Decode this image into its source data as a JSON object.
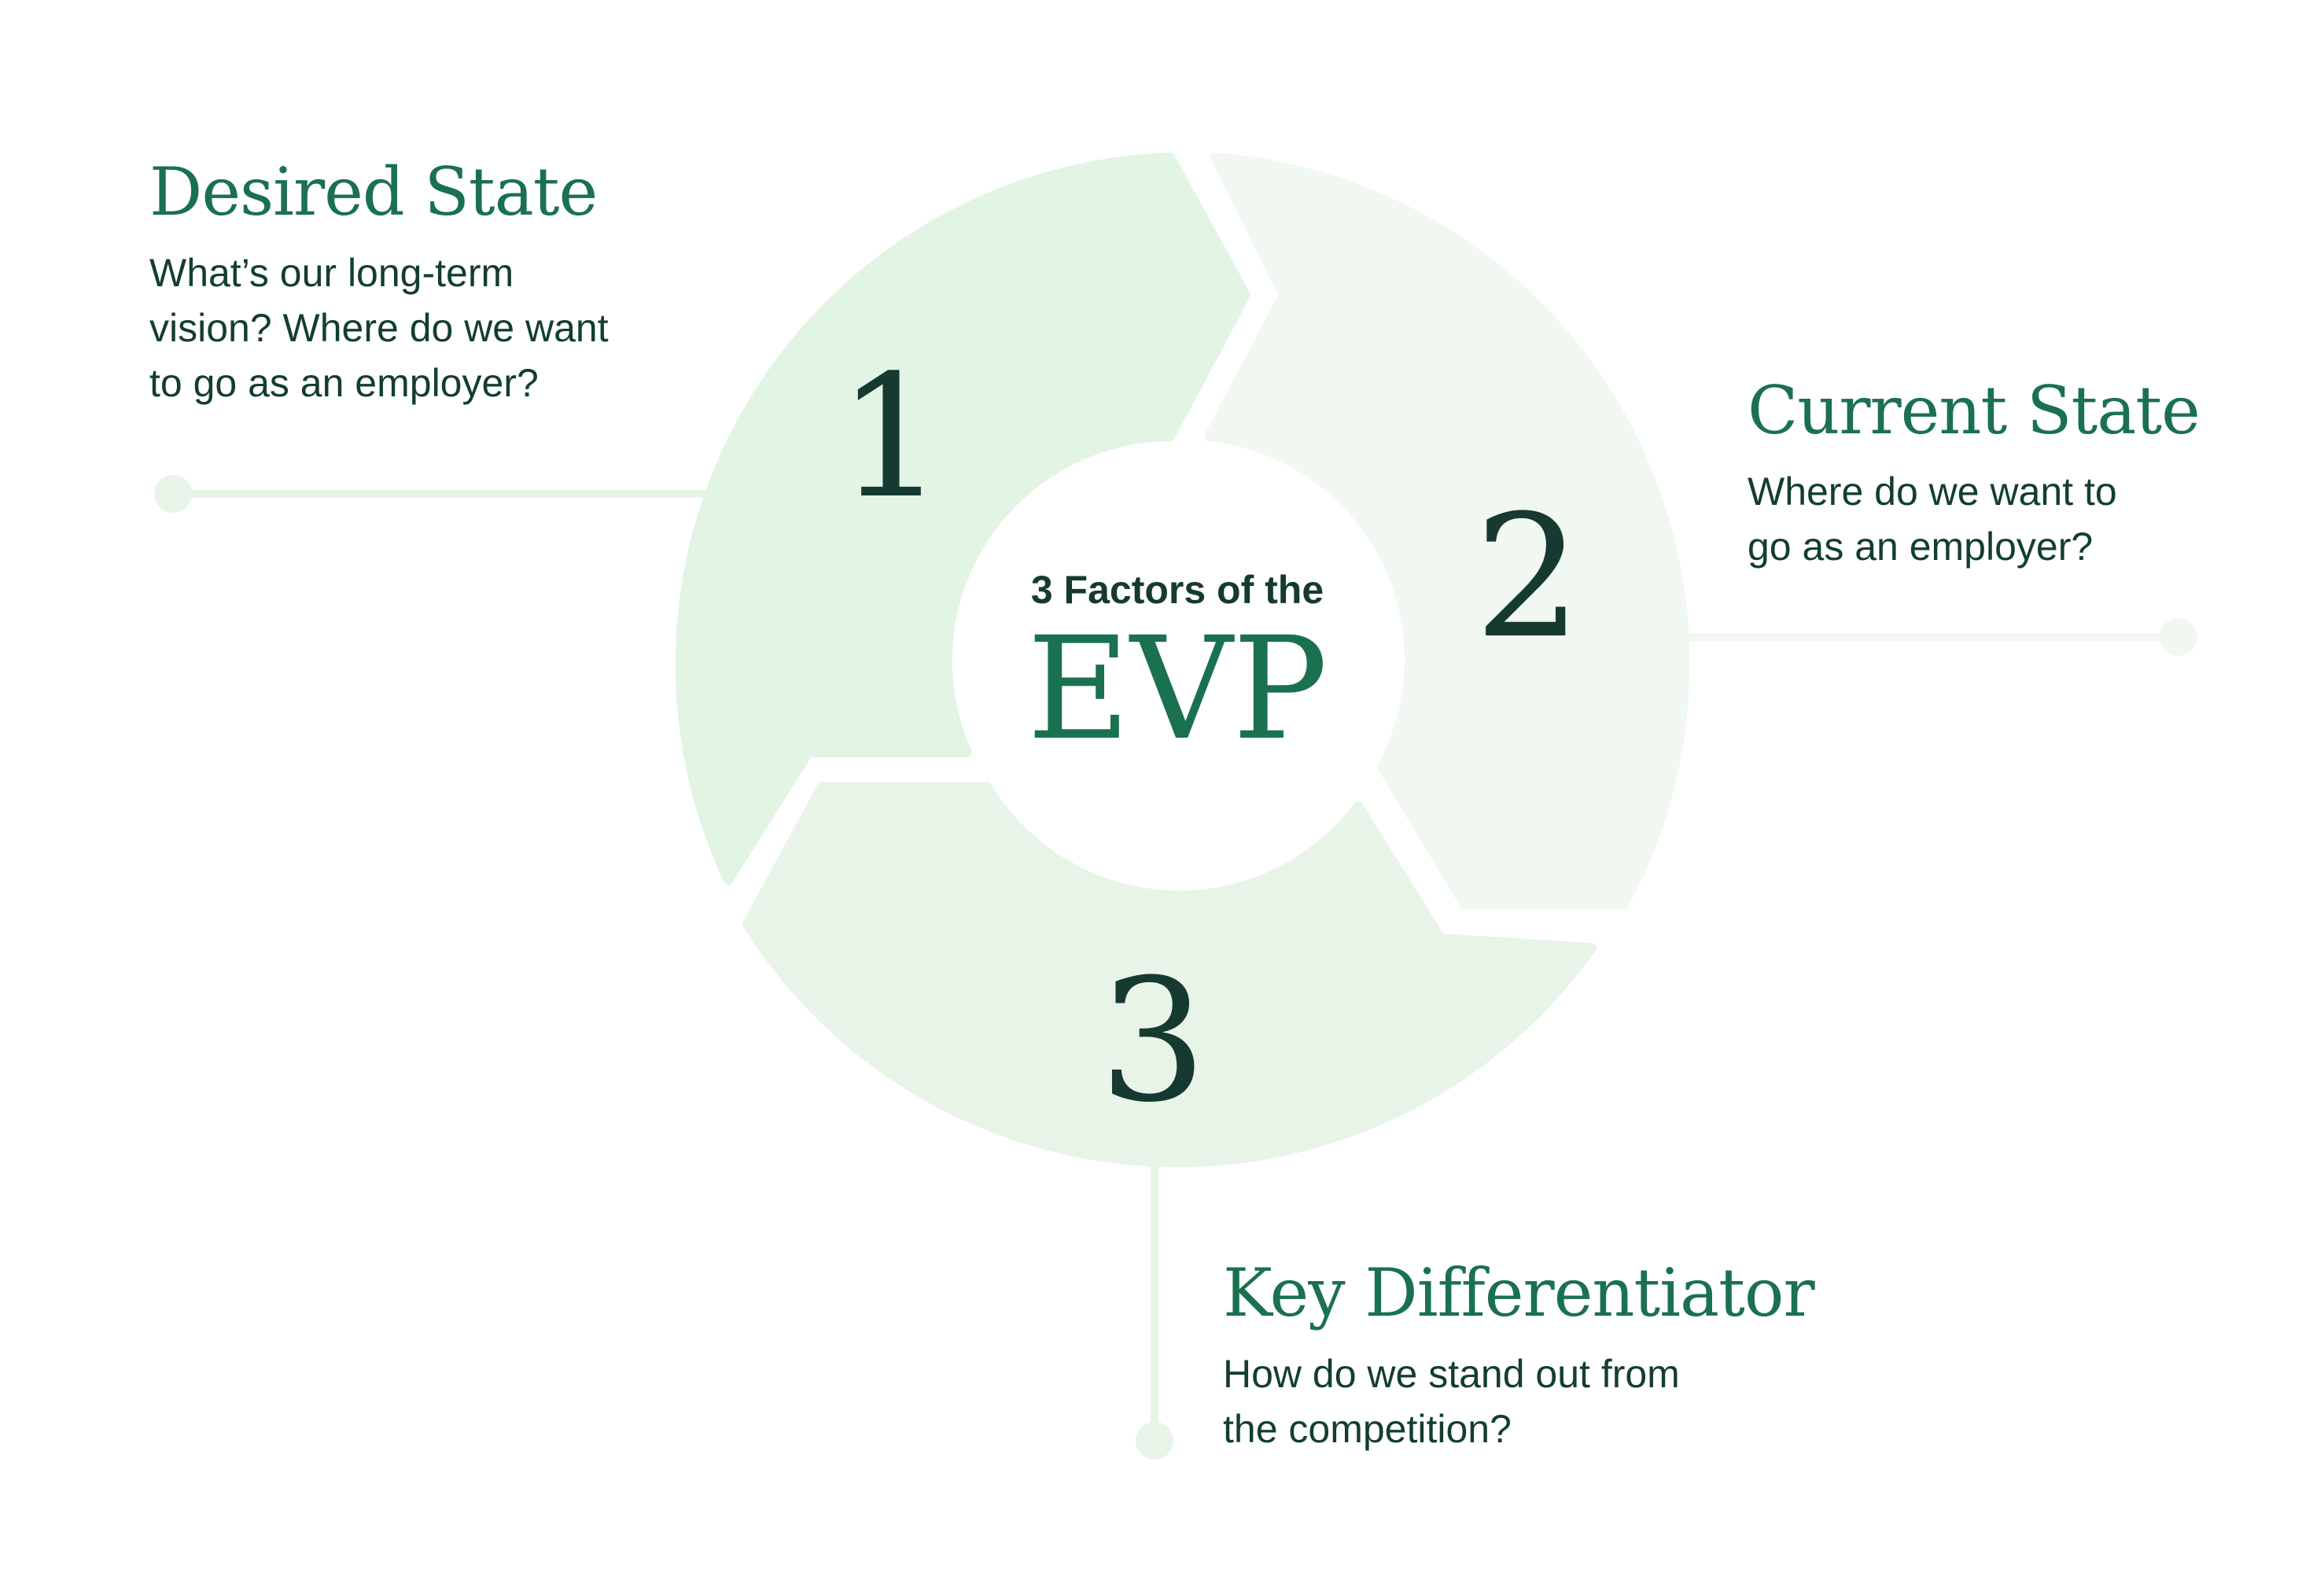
{
  "diagram": {
    "center": {
      "subtitle": "3 Factors of the",
      "title": "EVP"
    },
    "segments": [
      {
        "number": "1",
        "title": "Desired State",
        "lines": [
          "What’s our long-term",
          "vision? Where do we want",
          "to go as an employer?"
        ]
      },
      {
        "number": "2",
        "title": "Current State",
        "lines": [
          "Where do we want to",
          "go as an employer?"
        ]
      },
      {
        "number": "3",
        "title": "Key Differentiator",
        "lines": [
          "How do we stand out from",
          "the competition?"
        ]
      }
    ]
  },
  "colors": {
    "segment_1_fill": "#e2f4e3",
    "segment_2_fill": "#f1f8f1",
    "segment_3_fill": "#e8f4e8",
    "connector": "#e8f4e8",
    "title_green": "#1a7150",
    "number_dark": "#163a31",
    "body_text": "#133d33"
  }
}
